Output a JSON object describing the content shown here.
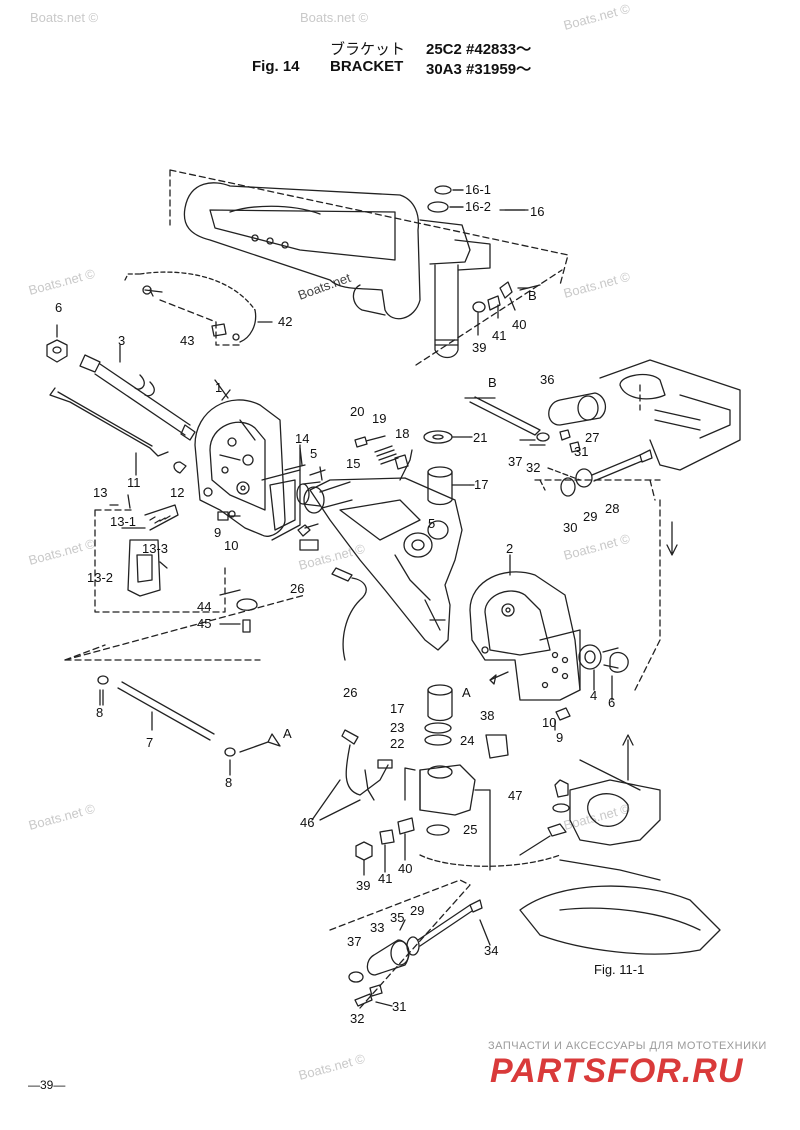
{
  "header": {
    "fig_label": "Fig. 14",
    "title_jp": "ブラケット",
    "title_en": "BRACKET",
    "model_1": "25C2 #42833～",
    "model_2": "30A3 #31959～"
  },
  "part_labels": [
    "16-1",
    "16-2",
    "16",
    "B",
    "40",
    "41",
    "39",
    "6",
    "3",
    "43",
    "42",
    "1",
    "20",
    "19",
    "18",
    "21",
    "36",
    "B",
    "27",
    "31",
    "37",
    "32",
    "14",
    "5",
    "15",
    "17",
    "33",
    "28",
    "29",
    "30",
    "11",
    "12",
    "13",
    "13-1",
    "13-3",
    "13-2",
    "9",
    "10",
    "26",
    "5",
    "2",
    "44",
    "45",
    "4",
    "6",
    "A",
    "10",
    "9",
    "8",
    "7",
    "A",
    "8",
    "26",
    "17",
    "38",
    "23",
    "22",
    "24",
    "47",
    "46",
    "25",
    "40",
    "41",
    "39",
    "37",
    "33",
    "35",
    "29",
    "34",
    "31",
    "32",
    "Fig. 11-1"
  ],
  "watermarks": [
    "Boats.net ©",
    "Boats.net ©",
    "Boats.net ©",
    "Boats.net ©",
    "Boats.net ©",
    "Boats.net ©",
    "Boats.net ©",
    "Boats.net ©",
    "Boats.net ©",
    "Boats.net ©",
    "Boats.net ©",
    "Boats.net"
  ],
  "footer": {
    "shop_text": "ЗАПЧАСТИ И АКСЕССУАРЫ ДЛЯ МОТОТЕХНИКИ",
    "brand": "PARTSFOR.RU",
    "page_number": "—39—"
  }
}
